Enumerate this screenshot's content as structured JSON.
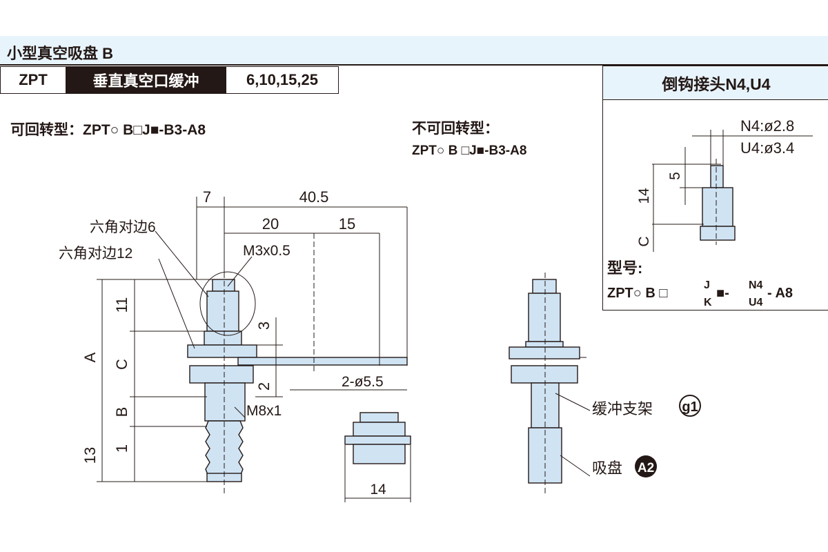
{
  "header": {
    "title": "小型真空吸盘 B"
  },
  "spec_row": {
    "series": "ZPT",
    "type": "垂直真空口缓冲",
    "sizes": "6,10,15,25"
  },
  "rotatable": {
    "label": "可回转型：ZPT○ B□J■-B3-A8"
  },
  "non_rotatable": {
    "label": "不可回转型：",
    "model": "ZPT○ B □J■-B3-A8"
  },
  "barb_panel": {
    "title": "倒钩接头N4,U4",
    "dim_n4": "N4:ø2.8",
    "dim_u4": "U4:ø3.4",
    "dim_5": "5",
    "dim_14": "14",
    "dim_c": "C",
    "model_label": "型号:",
    "model_prefix": "ZPT○ B □",
    "model_j": "J",
    "model_k": "K",
    "model_sq": "■-",
    "model_n4": "N4",
    "model_u4": "U4",
    "model_suffix": "- A8"
  },
  "drawing": {
    "dim_7": "7",
    "dim_40_5": "40.5",
    "dim_20": "20",
    "dim_15": "15",
    "hex6": "六角对边6",
    "hex12": "六角对边12",
    "m3": "M3x0.5",
    "dim_a": "A",
    "dim_11": "11",
    "dim_c": "C",
    "dim_b": "B",
    "dim_1": "1",
    "dim_13": "13",
    "dim_3": "3",
    "dim_2": "2",
    "holes": "2-ø5.5",
    "m8": "M8x1",
    "nut_width": "14",
    "bracket": "缓冲支架",
    "bracket_code": "g1",
    "pad": "吸盘",
    "pad_code": "A2"
  }
}
